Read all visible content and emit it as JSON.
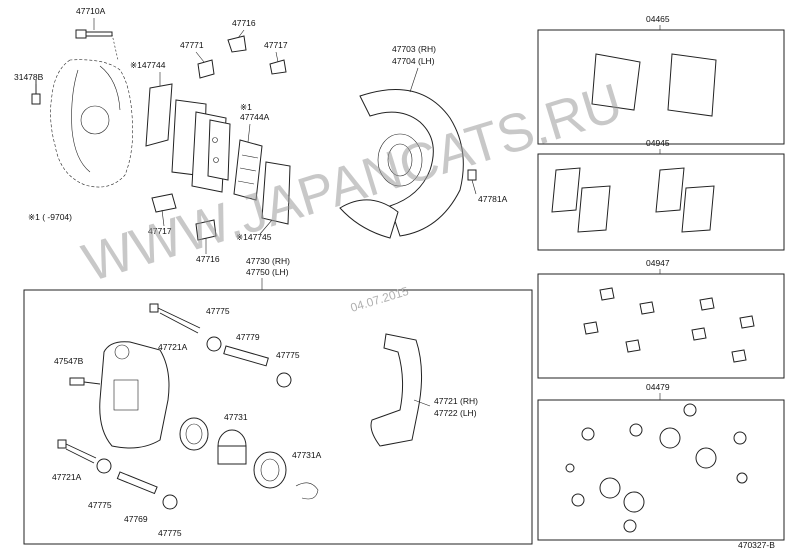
{
  "labels": {
    "p47710a": "47710A",
    "p31478b": "31478B",
    "p147744": "※147744",
    "p47771": "47771",
    "p47716_top": "47716",
    "p47717_top": "47717",
    "p1_note_top": "※1",
    "p47744a": "47744A",
    "p47703": "47703 (RH)",
    "p47704": "47704 (LH)",
    "p47781a": "47781A",
    "note_1": "※1 (    -9704)",
    "p47717_bot": "47717",
    "p47716_bot": "47716",
    "p147745": "※147745",
    "p47730": "47730 (RH)",
    "p47750": "47750 (LH)",
    "p47775_a": "47775",
    "p47721a_top": "47721A",
    "p47779": "47779",
    "p47775_b": "47775",
    "p47547b": "47547B",
    "p47731": "47731",
    "p47721": "47721 (RH)",
    "p47722": "47722 (LH)",
    "p47731a": "47731A",
    "p47721a_bot": "47721A",
    "p47775_c": "47775",
    "p47769": "47769",
    "p47775_d": "47775",
    "kit_04465": "04465",
    "kit_04945": "04945",
    "kit_04947": "04947",
    "kit_04479": "04479",
    "diagram_id": "470327-B"
  },
  "watermark": "WWW.JAPANCATS.RU",
  "stamp_date": "04.07.2015"
}
